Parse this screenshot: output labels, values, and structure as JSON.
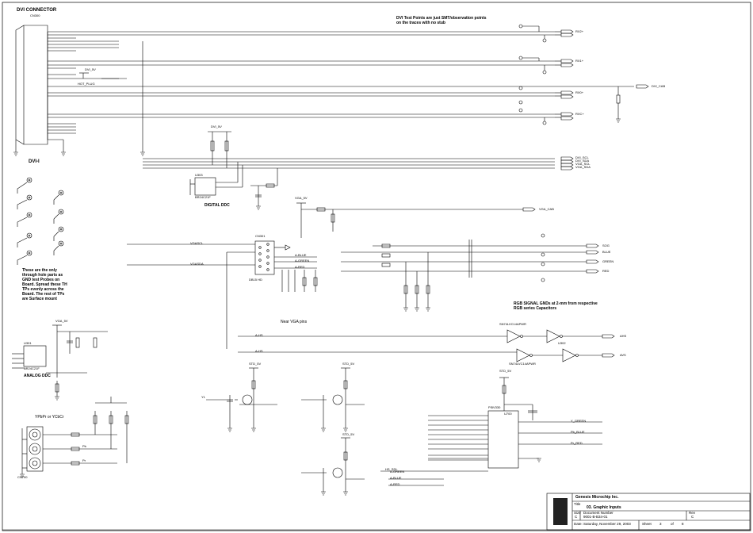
{
  "sheet": {
    "connector_title": "DVI CONNECTOR",
    "connector_ref": "CN300",
    "dvi_label": "DVI-I",
    "note_test_points": "DVI Test Points are just SMT/observation points\non the traces with no stub",
    "note_gnd_test": "These are the only\nthrough hole parts as\nGND test Probes on\nBoard. Spread these TH\nTPs evenly across the\nBoard. The rest of TPs\nare Surface mount",
    "digital_ddc": "DIGITAL DDC",
    "analog_ddc": "ANALOG DDC",
    "near_vga": "Near VGA pins",
    "rgb_note": "RGB SIGNAL GNDs at 2-mm from respective\nRGB series Capacitors",
    "vga_conn": "CN301",
    "db15": "DB15 HD",
    "ypbpr": "YPbPr or YCbCr",
    "cn_bottom": "CN700",
    "nets": {
      "dvi_5v": "DVI_5V",
      "hot_plug": "HOT_PLUG",
      "vga_5v": "VGA_5V",
      "std_5v": "STD_5V",
      "dvi_cab": "DVI_CAB",
      "vga_cab": "VGA_CAB",
      "vga_scl": "VGASCL",
      "vga_sda": "VGASDA",
      "ahs": "AHS",
      "avs": "AVS",
      "sog": "SOG",
      "blue": "BLUE",
      "green": "GREEN",
      "red": "RED",
      "a_blue": "A-BLUE",
      "a_green": "A-GREEN",
      "a_red": "A-RED",
      "a_hs": "A-HS",
      "y_green": "Y_GREEN",
      "pb_blue": "Pb_BLUE",
      "pr_red": "Pr_RED",
      "hs_sdl": "HS_SDL",
      "ddc_scl": "DVI_SCL",
      "ddc_sda": "DVI_SDA",
      "vga_scl_o": "VGA_SCL",
      "vga_sda_o": "VGA_SDA",
      "rx2": "RX2+",
      "rx1": "RX1+",
      "rx0": "RX0+",
      "rxc": "RXC+"
    },
    "parts": {
      "u303": "U303",
      "u301": "U301",
      "u700": "U700",
      "u302": "U302",
      "u700p": "PI5V330",
      "buffer1": "SN74LVC14APWR",
      "buffer2": "SN74LVC14APWR",
      "eeprom1": "BR24C21F",
      "eeprom2": "BR24C21F",
      "y1": "Y1",
      "pb": "Pb",
      "pr": "Pr"
    },
    "title_block": {
      "company": "Genesis Microchip Inc.",
      "title_label": "Title",
      "title": "03. Graphic Inputs",
      "size_label": "Size",
      "size": "C",
      "doc_label": "Document Number",
      "doc": "9001-B-B34-01",
      "rev_label": "Rev",
      "rev": "C",
      "date_label": "Date:",
      "date": "Saturday, November 29, 2003",
      "sheet_label": "Sheet",
      "sheet_no": "3",
      "of": "of",
      "sheet_total": "8"
    }
  }
}
